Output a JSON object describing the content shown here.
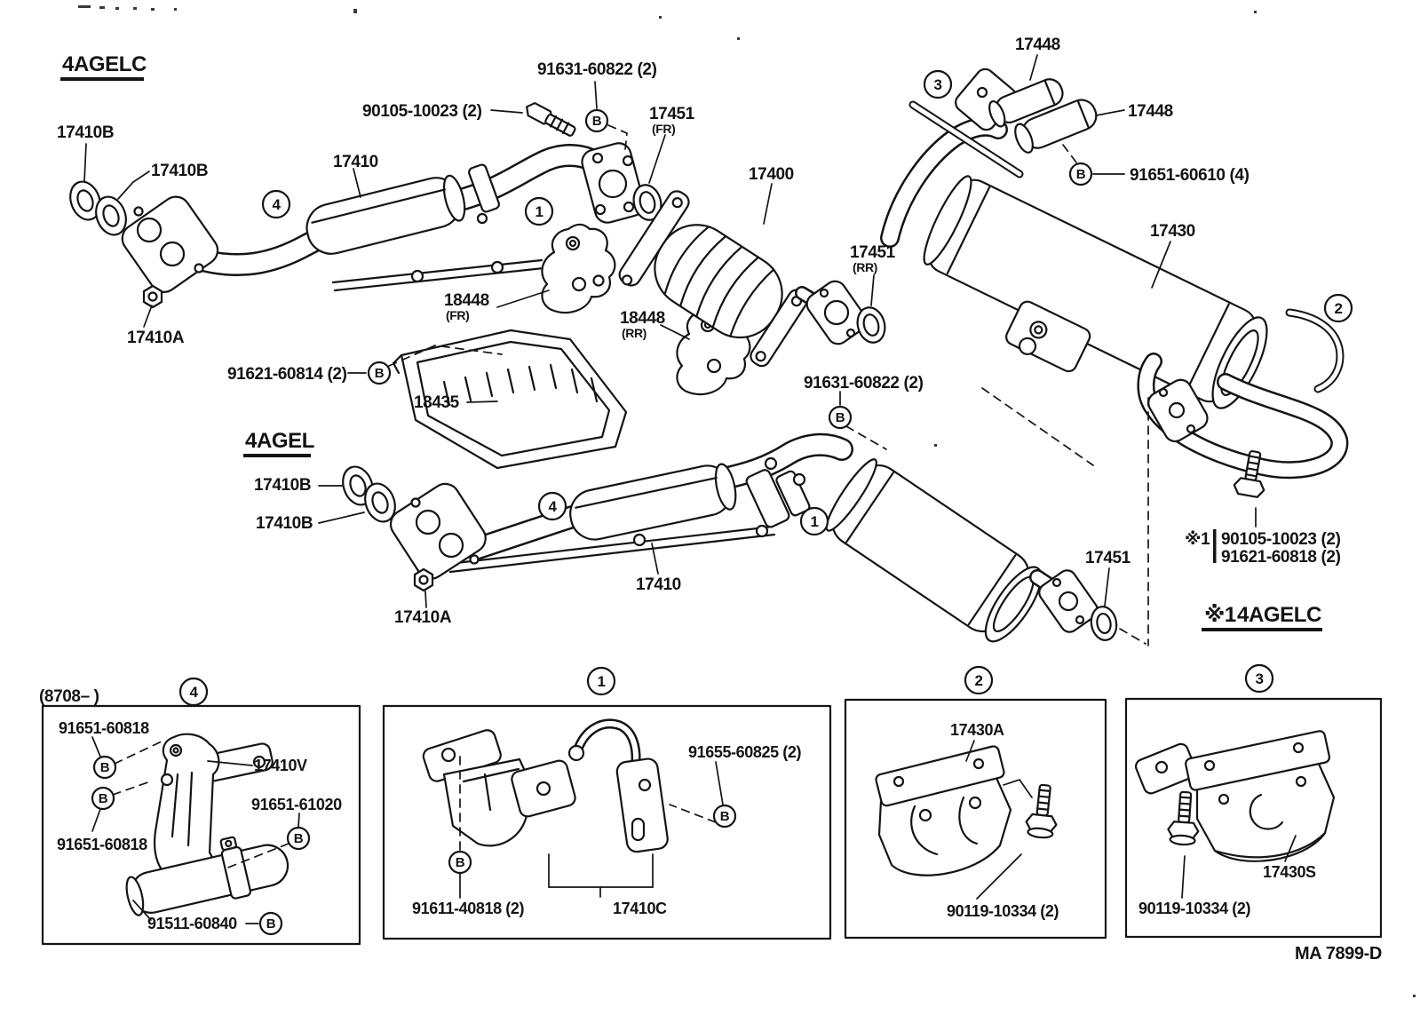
{
  "page": {
    "background": "#ffffff",
    "ink": "#141414",
    "footer_code": "MA 7899-D"
  },
  "sections": {
    "top_variant": "4AGELC",
    "mid_variant": "4AGEL",
    "note": {
      "prefix": "※1",
      "variant_prefix": "※1",
      "variant": "4AGELC"
    },
    "boxes": {
      "date_code": "(8708–        )"
    }
  },
  "callouts": {
    "one": "1",
    "two": "2",
    "three": "3",
    "four": "4",
    "bolt_key": "B"
  },
  "parts": {
    "p17400": "17400",
    "p17410": "17410",
    "p17410A": "17410A",
    "p17410B": "17410B",
    "p17410C": "17410C",
    "p17410V": "17410V",
    "p17430": "17430",
    "p17430A": "17430A",
    "p17430S": "17430S",
    "p17448": "17448",
    "p17451": "17451",
    "p18435": "18435",
    "p18448": "18448",
    "fr": "(FR)",
    "rr": "(RR)"
  },
  "fasteners": {
    "n90105": "90105-10023 (2)",
    "n91631": "91631-60822 (2)",
    "n91621_60814": "91621-60814 (2)",
    "n91651_60610": "91651-60610 (4)",
    "n91621_60818": "91621-60818 (2)",
    "n91651_60818": "91651-60818",
    "n91651_61020": "91651-61020",
    "n91511_60840": "91511-60840",
    "n91655_60825": "91655-60825 (2)",
    "n91611_40818": "91611-40818 (2)",
    "n90119_10334": "90119-10334 (2)"
  }
}
